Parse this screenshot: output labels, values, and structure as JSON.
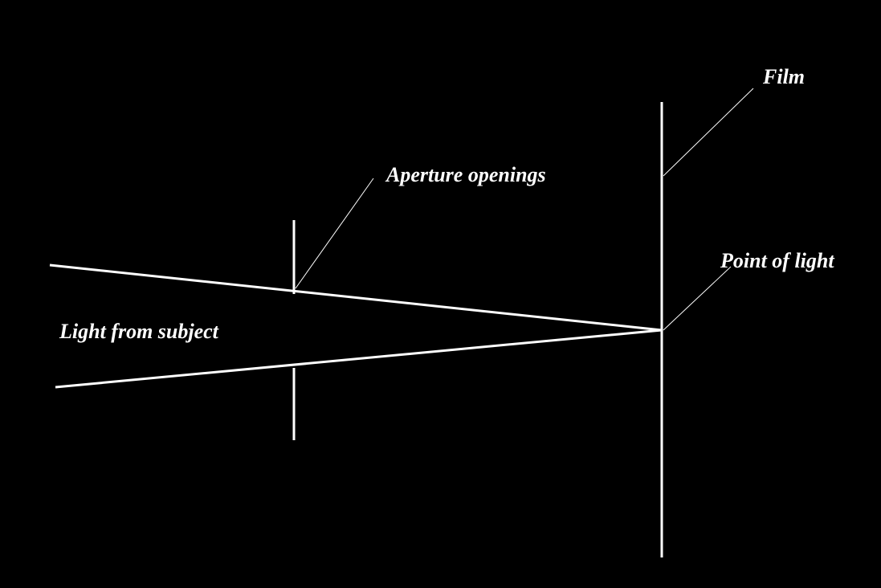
{
  "diagram": {
    "labels": {
      "film": "Film",
      "aperture_openings": "Aperture openings",
      "point_of_light": "Point of light",
      "light_from_subject": "Light from subject"
    },
    "colors": {
      "background": "#000000",
      "foreground": "#ffffff"
    }
  }
}
